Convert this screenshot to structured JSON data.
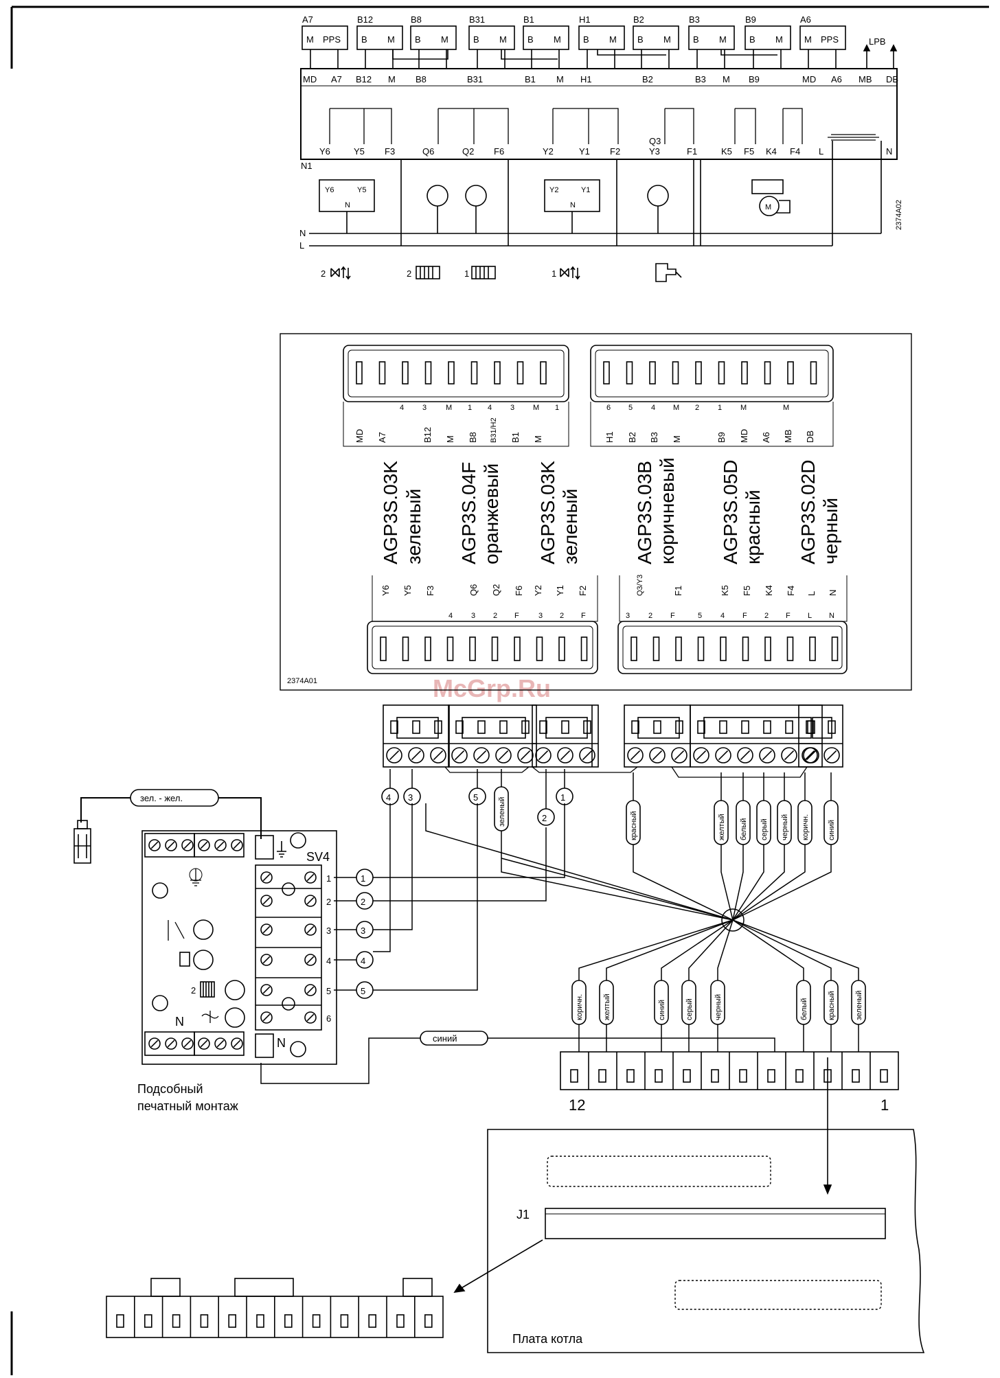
{
  "top_schematic": {
    "modules": [
      {
        "name": "A7",
        "pins": [
          "M",
          "PPS"
        ]
      },
      {
        "name": "B12",
        "pins": [
          "B",
          "M"
        ]
      },
      {
        "name": "B8",
        "pins": [
          "B",
          "M"
        ]
      },
      {
        "name": "B31",
        "pins": [
          "B",
          "M"
        ]
      },
      {
        "name": "B1",
        "pins": [
          "B",
          "M"
        ]
      },
      {
        "name": "H1",
        "pins": [
          "B",
          "M"
        ]
      },
      {
        "name": "B2",
        "pins": [
          "B",
          "M"
        ]
      },
      {
        "name": "B3",
        "pins": [
          "B",
          "M"
        ]
      },
      {
        "name": "B9",
        "pins": [
          "B",
          "M"
        ]
      },
      {
        "name": "A6",
        "pins": [
          "M",
          "PPS"
        ]
      }
    ],
    "lpb_label": "LPB",
    "bus_terminals": [
      "MD",
      "A7",
      "B12",
      "M",
      "B8",
      "B31",
      "B1",
      "M",
      "H1",
      "B2",
      "B3",
      "M",
      "B9",
      "MD",
      "A6",
      "MB",
      "DB"
    ],
    "controller_label": "N1",
    "output_terminals": [
      "Y6",
      "Y5",
      "F3",
      "Q6",
      "Q2",
      "F6",
      "Y2",
      "Y1",
      "F2",
      "Q3\nY3",
      "F1",
      "K5",
      "F5",
      "K4",
      "F4",
      "L",
      "N"
    ],
    "actuator_left": {
      "pins": [
        "Y6",
        "Y5"
      ],
      "n": "N"
    },
    "actuator_right": {
      "pins": [
        "Y2",
        "Y1"
      ],
      "n": "N"
    },
    "motor_label": "M",
    "n_label": "N",
    "l_label": "L",
    "code": "2374A02",
    "symbol_labels": [
      "2",
      "2",
      "1",
      "1"
    ]
  },
  "connector_block": {
    "code": "2374A01",
    "upper_left_numbers": [
      "4",
      "3",
      "M",
      "1",
      "4",
      "3",
      "M",
      "1"
    ],
    "upper_left_labels": [
      "MD",
      "A7",
      "B12",
      "M",
      "B8",
      "B31/H2",
      "B1",
      "M"
    ],
    "upper_right_numbers": [
      "6",
      "5",
      "4",
      "M",
      "2",
      "1",
      "M",
      "M"
    ],
    "upper_right_labels": [
      "H1",
      "B2",
      "B3",
      "M",
      "B9",
      "MD",
      "A6",
      "MB",
      "DB"
    ],
    "plugs": [
      {
        "code": "AGP3S.03K",
        "color": "зеленый"
      },
      {
        "code": "AGP3S.04F",
        "color": "оранжевый"
      },
      {
        "code": "AGP3S.03K",
        "color": "зеленый"
      },
      {
        "code": "AGP3S.03B",
        "color": "коричневый"
      },
      {
        "code": "AGP3S.05D",
        "color": "красный"
      },
      {
        "code": "AGP3S.02D",
        "color": "черный"
      }
    ],
    "lower_labels": [
      "Y6",
      "Y5",
      "F3",
      "Q6",
      "Q2",
      "F6",
      "Y2",
      "Y1",
      "F2",
      "Q3/Y3",
      "F1",
      "K5",
      "F5",
      "K4",
      "F4",
      "L",
      "N"
    ],
    "lower_numbers": [
      "4",
      "3",
      "2",
      "F",
      "3",
      "2",
      "F",
      "3",
      "2",
      "F",
      "5",
      "4",
      "F",
      "2",
      "F",
      "L",
      "N"
    ]
  },
  "wiring": {
    "watermark": "McGrp.Ru",
    "ground_cable": "зел. - жел.",
    "circle_numbers": [
      "4",
      "3",
      "5",
      "2",
      "1"
    ],
    "upper_wire_colors": [
      "зеленый",
      "красный",
      "желтый",
      "белый",
      "серый",
      "черный",
      "коричн.",
      "синий"
    ],
    "lower_wire_colors": [
      "коричн.",
      "желтый",
      "синий",
      "серый",
      "черный",
      "белый",
      "красный",
      "зеленый"
    ],
    "blue_wire": "синий",
    "sv4_label": "SV4",
    "sv4_rows": [
      "1",
      "2",
      "3",
      "4",
      "5",
      "6"
    ],
    "row_circles": [
      "1",
      "2",
      "3",
      "4",
      "5"
    ],
    "n_label": "N",
    "aux_board_caption": [
      "Подсобный",
      "печатный монтаж"
    ],
    "connector_left": "12",
    "connector_right": "1",
    "j1_label": "J1",
    "boiler_board_caption": "Плата котла"
  }
}
